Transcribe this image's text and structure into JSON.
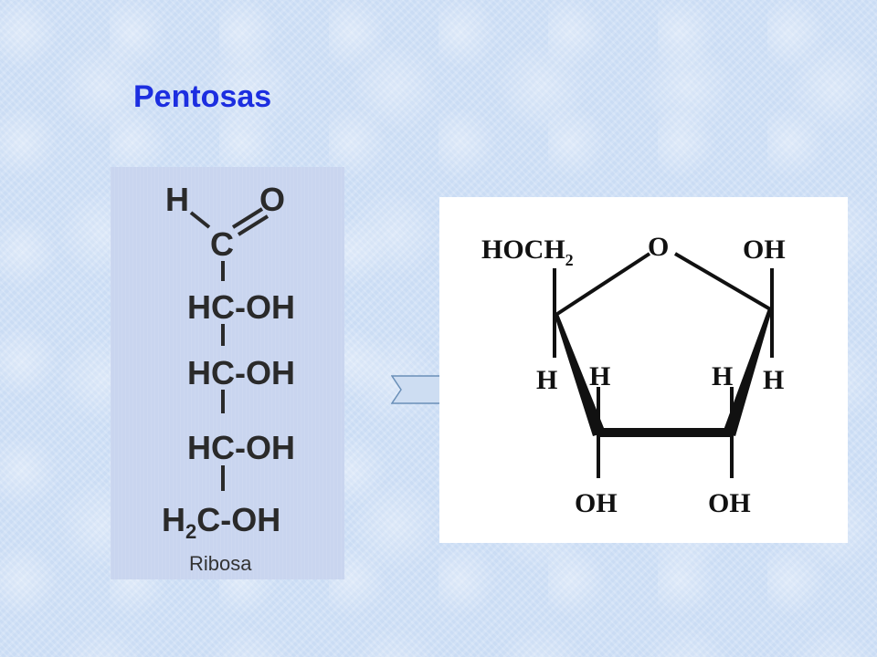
{
  "slide": {
    "title": "Pentosas"
  },
  "ribose_chain": {
    "top_h": "H",
    "top_o": "O",
    "carbon": "C",
    "row1": "HC-OH",
    "row2": "HC-OH",
    "row3": "HC-OH",
    "row4_h2c": "H",
    "row4_sub": "2",
    "row4_rest": "C-OH",
    "caption": "Ribosa"
  },
  "arrow": {
    "icon": "right-arrow-icon",
    "fill": "#cdddf2",
    "stroke": "#6a8fb8"
  },
  "ring": {
    "hoch2_main": "HOCH",
    "hoch2_sub": "2",
    "ring_o": "O",
    "oh_top_right": "OH",
    "h_left_outer": "H",
    "h_left_inner": "H",
    "h_right_inner": "H",
    "h_right_outer": "H",
    "oh_bottom_left": "OH",
    "oh_bottom_right": "OH"
  },
  "colors": {
    "title": "#1c2ee0",
    "background": "#cfe0f6",
    "ribose_panel": "#c9d5ef"
  }
}
